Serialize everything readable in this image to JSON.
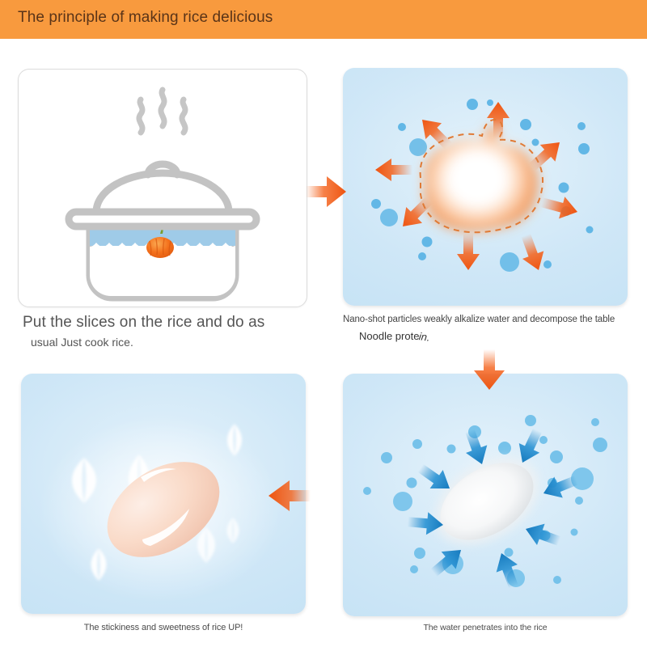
{
  "header": {
    "title": "The principle of making rice delicious",
    "bg_color": "#f89a3e",
    "text_color": "#5a3418"
  },
  "theme": {
    "orange": "#f4611a",
    "orange_light": "#fbb67e",
    "blue_panel": "#cbe6f7",
    "blue_arrow": "#1f86c8",
    "blue_dot": "#62b7e6",
    "gray_pot": "#c3c3c3",
    "water_blue": "#9fcbe8",
    "rice_pink": "#f8ddd0"
  },
  "panels": [
    {
      "id": "panel-1",
      "name": "cooking-pot-panel",
      "style": "white",
      "illustration": "rice-cooker-pot-with-steam-and-pumpkin-slice",
      "caption_line_1": "Put the slices on the rice and do as",
      "caption_line_2": "usual Just cook rice."
    },
    {
      "id": "panel-2",
      "name": "nano-particles-panel",
      "style": "blue",
      "illustration": "glowing-pumpkin-emitting-orange-arrows-outward",
      "arrow_count": 8,
      "caption_line_1": "Nano-shot particles weakly alkalize water and decompose the table",
      "caption_line_2_main": "Noodle prote",
      "caption_line_2_tail": "in."
    },
    {
      "id": "panel-3",
      "name": "water-penetration-panel",
      "style": "blue",
      "illustration": "rice-grain-with-blue-arrows-pointing-inward",
      "arrow_count": 8,
      "caption": "The water penetrates into the rice"
    },
    {
      "id": "panel-4",
      "name": "glossy-rice-panel",
      "style": "blue",
      "illustration": "shiny-rice-grain-with-sparkles",
      "sparkle_count": 6,
      "caption": "The stickiness and sweetness of rice UP!"
    }
  ],
  "connectors": [
    {
      "id": "conn-right",
      "name": "arrow-panel1-to-panel2",
      "direction": "right",
      "color": "#f4611a"
    },
    {
      "id": "conn-down",
      "name": "arrow-panel2-to-panel3",
      "direction": "down",
      "color": "#f4611a"
    },
    {
      "id": "conn-left",
      "name": "arrow-panel3-to-panel4",
      "direction": "left",
      "color": "#f4611a"
    }
  ]
}
